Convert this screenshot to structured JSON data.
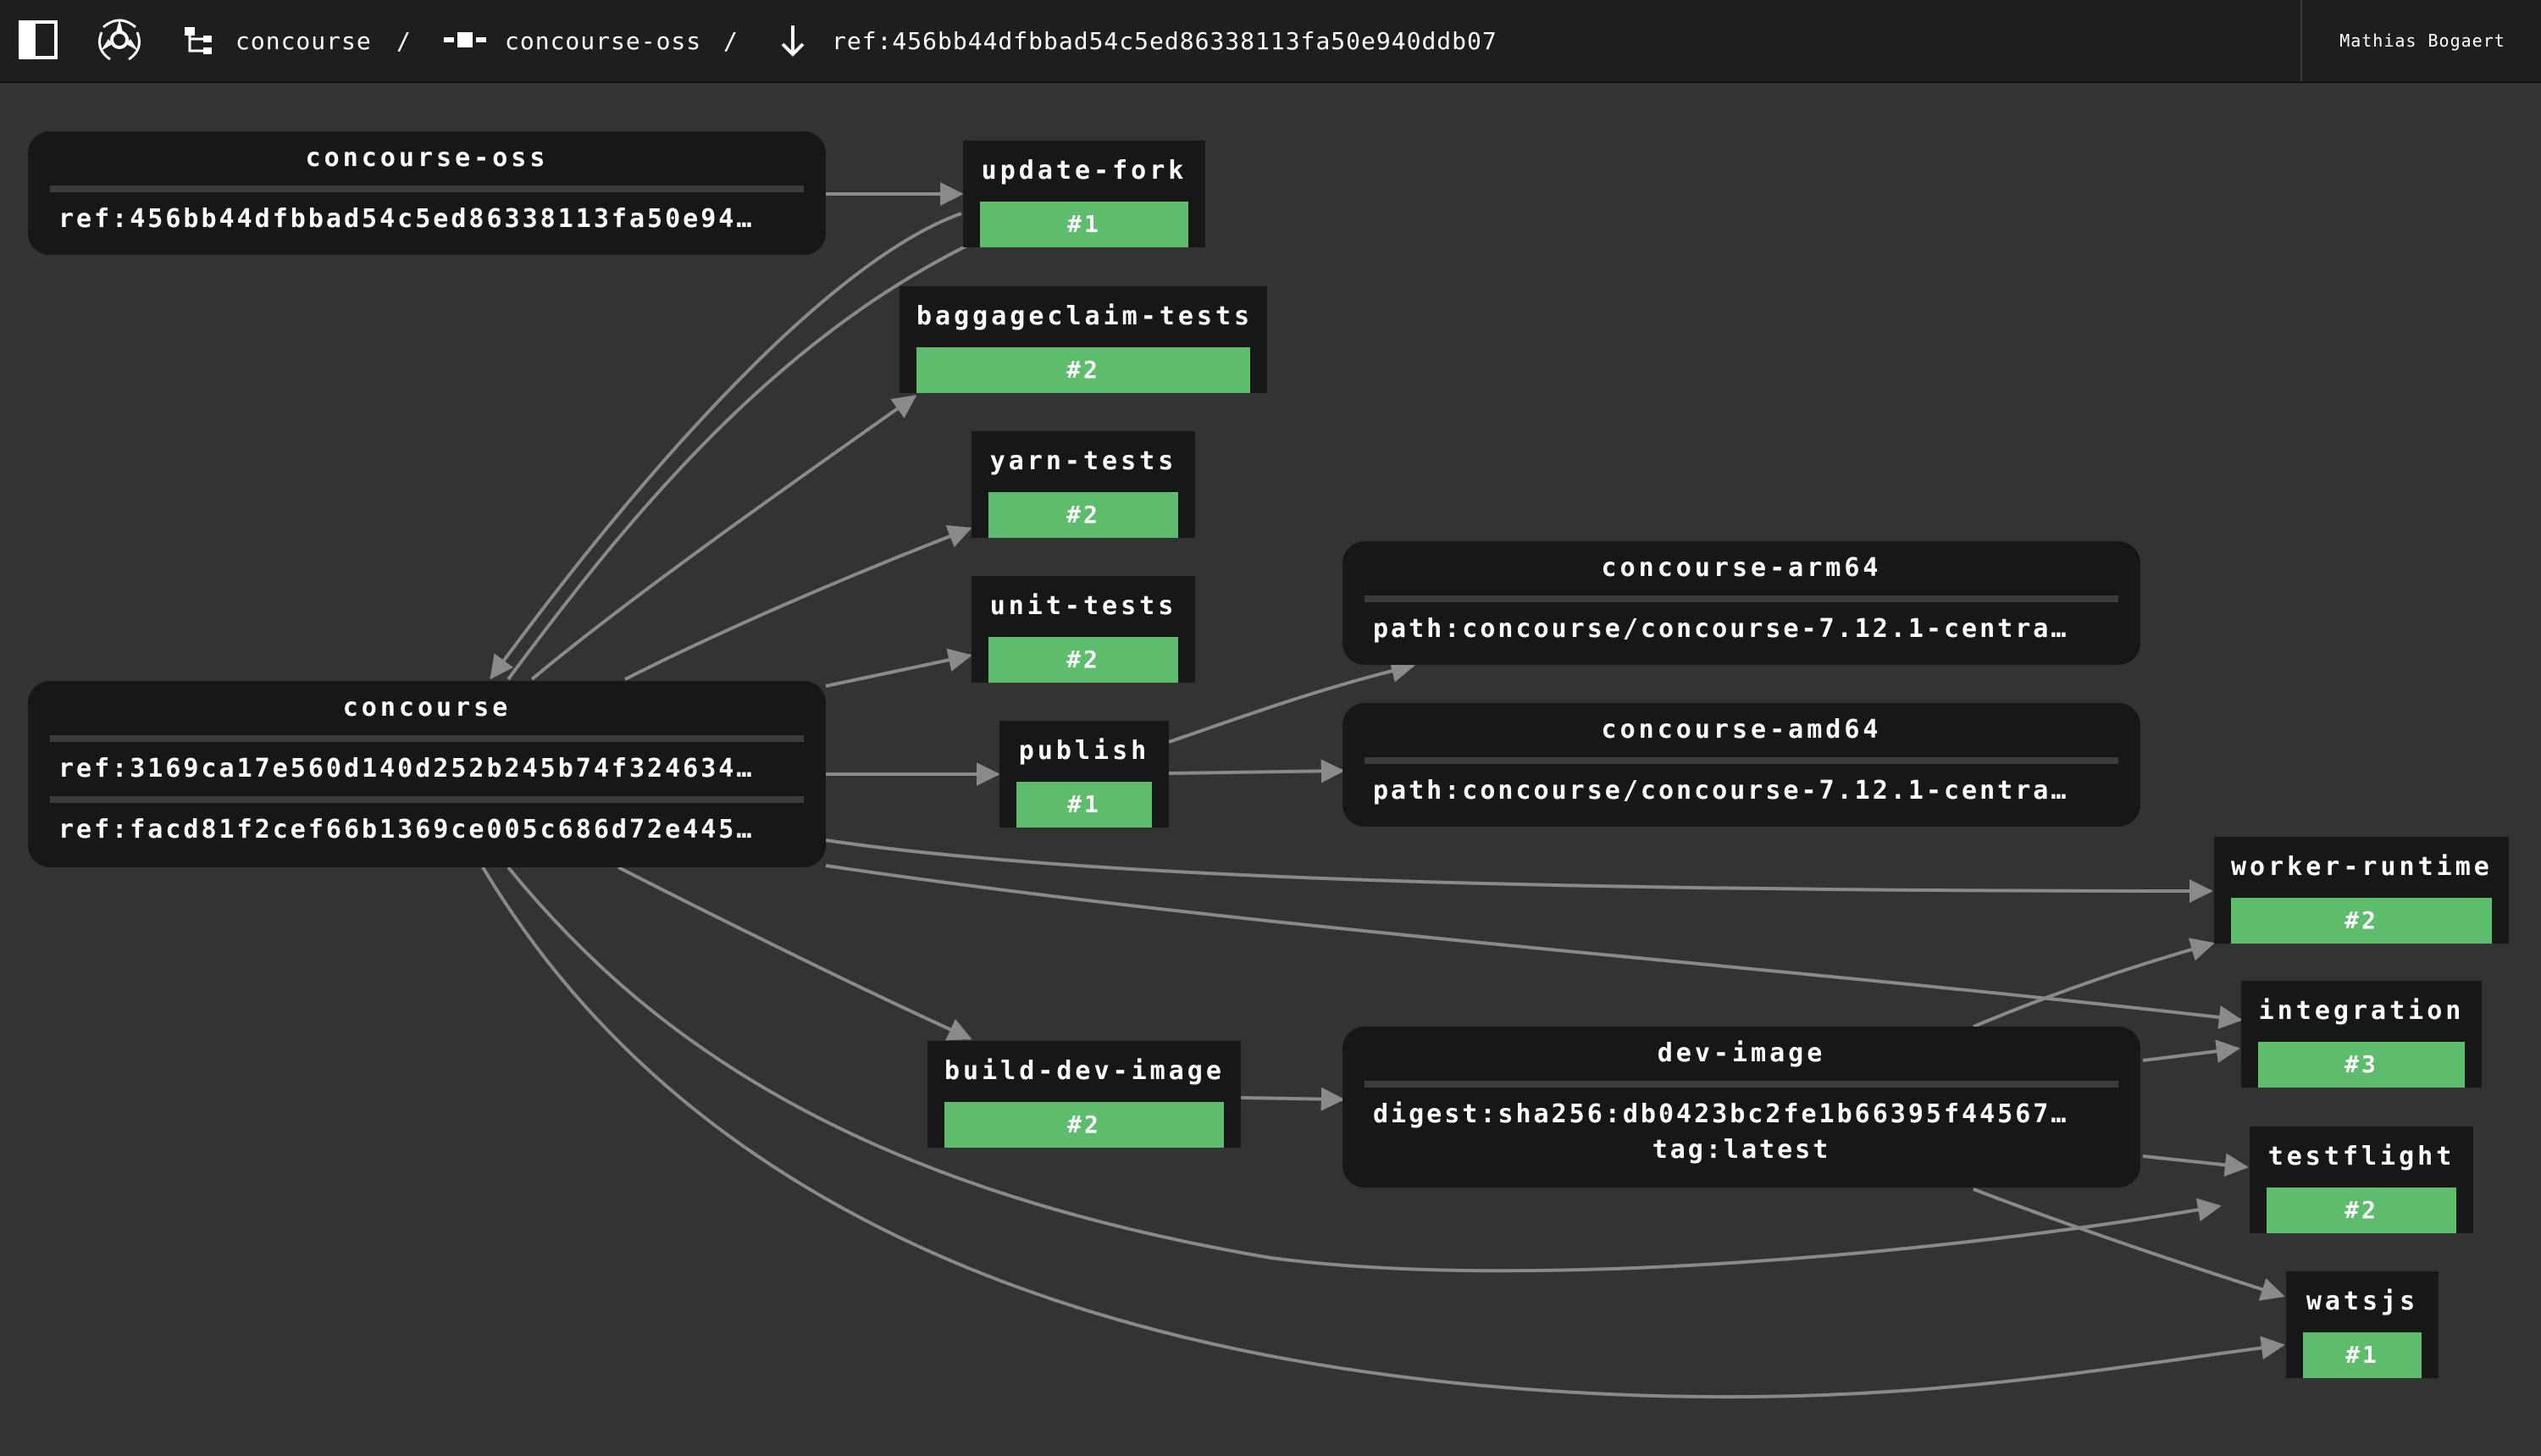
{
  "topbar": {
    "sidebar_toggle_icon": "sidebar-toggle-icon",
    "logo_icon": "concourse-logo-icon",
    "team_pipeline_icon": "pipeline-icon",
    "pipeline_name": "concourse",
    "separator": "/",
    "resource_icon": "resource-icon",
    "resource_name": "concourse-oss",
    "version_icon": "arrow-down-icon",
    "version_ref": "ref:456bb44dfbbad54c5ed86338113fa50e940ddb07",
    "user_name": "Mathias Bogaert"
  },
  "colors": {
    "background": "#333333",
    "topbar": "#1e1e1e",
    "node": "#171717",
    "succeeded": "#5ebd6c",
    "edge": "#8a8a8a"
  },
  "graph": {
    "resources": {
      "concourse_oss": {
        "name": "concourse-oss",
        "versions": [
          "ref:456bb44dfbbad54c5ed86338113fa50e94…"
        ]
      },
      "concourse": {
        "name": "concourse",
        "versions": [
          "ref:3169ca17e560d140d252b245b74f324634…",
          "ref:facd81f2cef66b1369ce005c686d72e445…"
        ]
      },
      "concourse_arm64": {
        "name": "concourse-arm64",
        "versions": [
          "path:concourse/concourse-7.12.1-centra…"
        ]
      },
      "concourse_amd64": {
        "name": "concourse-amd64",
        "versions": [
          "path:concourse/concourse-7.12.1-centra…"
        ]
      },
      "dev_image": {
        "name": "dev-image",
        "versions": [
          "digest:sha256:db0423bc2fe1b66395f44567…",
          "tag:latest"
        ]
      }
    },
    "jobs": {
      "update_fork": {
        "name": "update-fork",
        "build": "#1"
      },
      "baggageclaim_tests": {
        "name": "baggageclaim-tests",
        "build": "#2"
      },
      "yarn_tests": {
        "name": "yarn-tests",
        "build": "#2"
      },
      "unit_tests": {
        "name": "unit-tests",
        "build": "#2"
      },
      "publish": {
        "name": "publish",
        "build": "#1"
      },
      "build_dev_image": {
        "name": "build-dev-image",
        "build": "#2"
      },
      "worker_runtime": {
        "name": "worker-runtime",
        "build": "#2"
      },
      "integration": {
        "name": "integration",
        "build": "#3"
      },
      "testflight": {
        "name": "testflight",
        "build": "#2"
      },
      "watsjs": {
        "name": "watsjs",
        "build": "#1"
      }
    }
  }
}
